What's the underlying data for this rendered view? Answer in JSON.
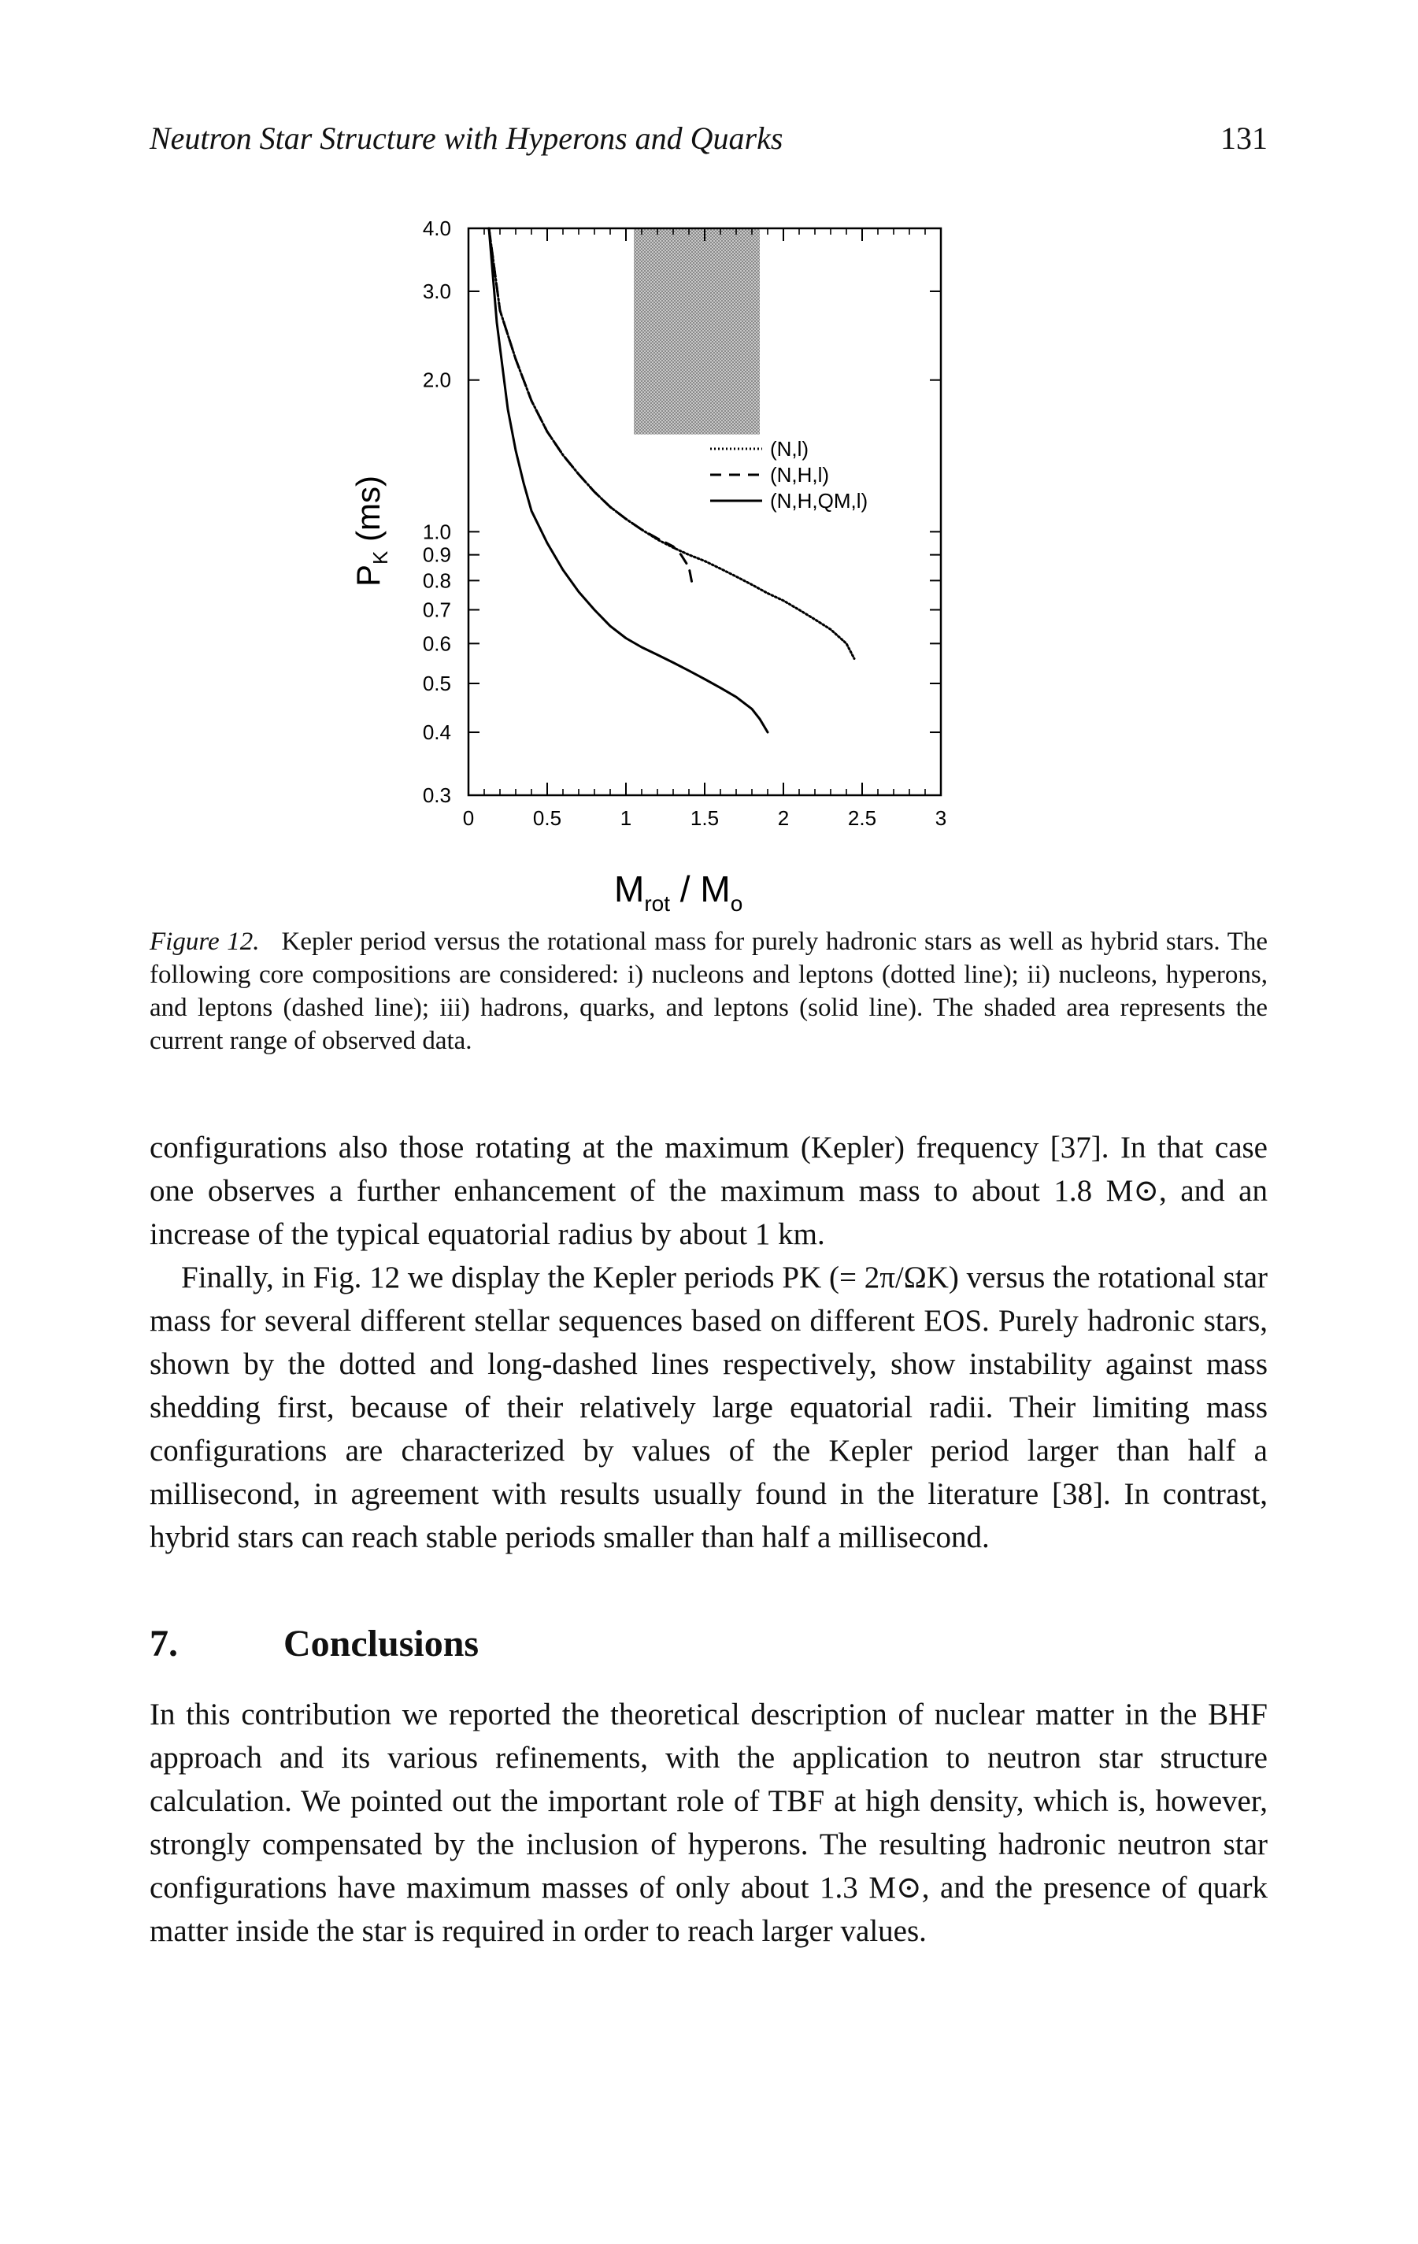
{
  "header": {
    "title": "Neutron Star Structure with Hyperons and Quarks",
    "page_number": "131"
  },
  "figure": {
    "label": "Figure 12.",
    "caption": "Kepler period versus the rotational mass for purely hadronic stars as well as hybrid stars. The following core compositions are considered: i) nucleons and leptons (dotted line); ii) nucleons, hyperons, and leptons (dashed line); iii) hadrons, quarks, and leptons (solid line). The shaded area represents the current range of observed data."
  },
  "chart_data": {
    "type": "line",
    "xlabel": "M",
    "xlabel_sub1": "rot",
    "xlabel_mid": " / M",
    "xlabel_sub2": "o",
    "ylabel": "P",
    "ylabel_sub": "K",
    "ylabel_unit": " (ms)",
    "xlim": [
      0,
      3
    ],
    "ylim": [
      0.3,
      4.0
    ],
    "y_scale": "log",
    "x_ticks": [
      "0",
      "0.5",
      "1",
      "1.5",
      "2",
      "2.5",
      "3"
    ],
    "y_ticks": [
      "4.0",
      "3.0",
      "2.0",
      "1.0",
      "0.9",
      "0.8",
      "0.7",
      "0.6",
      "0.5",
      "0.4",
      "0.3"
    ],
    "shaded_region": {
      "x": [
        1.05,
        1.85
      ],
      "y": [
        1.56,
        4.0
      ]
    },
    "legend_position": "right-middle",
    "series": [
      {
        "name": "(N,l)",
        "style": "dotted",
        "x": [
          0.13,
          0.2,
          0.3,
          0.4,
          0.5,
          0.6,
          0.7,
          0.8,
          0.9,
          1.0,
          1.1,
          1.2,
          1.3,
          1.4,
          1.5,
          1.6,
          1.7,
          1.8,
          1.9,
          2.0,
          2.1,
          2.2,
          2.3,
          2.4,
          2.45
        ],
        "y": [
          4.0,
          2.75,
          2.2,
          1.82,
          1.58,
          1.42,
          1.3,
          1.2,
          1.12,
          1.06,
          1.01,
          0.965,
          0.93,
          0.9,
          0.875,
          0.845,
          0.815,
          0.785,
          0.755,
          0.73,
          0.7,
          0.67,
          0.64,
          0.6,
          0.56
        ]
      },
      {
        "name": "(N,H,l)",
        "style": "dashed",
        "x": [
          0.13,
          0.2,
          0.3,
          0.4,
          0.5,
          0.6,
          0.7,
          0.8,
          0.9,
          1.0,
          1.1,
          1.2,
          1.3,
          1.35,
          1.4,
          1.42
        ],
        "y": [
          4.0,
          2.75,
          2.2,
          1.82,
          1.58,
          1.42,
          1.3,
          1.2,
          1.12,
          1.06,
          1.01,
          0.97,
          0.935,
          0.9,
          0.85,
          0.79
        ]
      },
      {
        "name": "(N,H,QM,l)",
        "style": "solid",
        "x": [
          0.13,
          0.18,
          0.25,
          0.3,
          0.35,
          0.4,
          0.5,
          0.6,
          0.7,
          0.8,
          0.9,
          1.0,
          1.1,
          1.2,
          1.3,
          1.4,
          1.5,
          1.6,
          1.7,
          1.8,
          1.85,
          1.9
        ],
        "y": [
          4.0,
          2.6,
          1.75,
          1.45,
          1.25,
          1.1,
          0.95,
          0.84,
          0.76,
          0.7,
          0.65,
          0.615,
          0.59,
          0.57,
          0.55,
          0.53,
          0.51,
          0.49,
          0.47,
          0.445,
          0.425,
          0.4
        ]
      }
    ]
  },
  "body": {
    "p1": "configurations also those rotating at the maximum (Kepler) frequency [37]. In that case one observes a further enhancement of the maximum mass to about 1.8 M⊙, and an increase of the typical equatorial radius by about 1 km.",
    "p2": "Finally, in Fig. 12 we display the Kepler periods PK (= 2π/ΩK) versus the rotational star mass for several different stellar sequences based on different EOS. Purely hadronic stars, shown by the dotted and long-dashed lines respectively, show instability against mass shedding first, because of their relatively large equatorial radii. Their limiting mass configurations are characterized by values of the Kepler period larger than half a millisecond, in agreement with results usually found in the literature [38]. In contrast, hybrid stars can reach stable periods smaller than half a millisecond.",
    "section_number": "7.",
    "section_title": "Conclusions",
    "p3": "In this contribution we reported the theoretical description of nuclear matter in the BHF approach and its various refinements, with the application to neutron star structure calculation. We pointed out the important role of TBF at high density, which is, however, strongly compensated by the inclusion of hyperons. The resulting hadronic neutron star configurations have maximum masses of only about 1.3 M⊙, and the presence of quark matter inside the star is required in order to reach larger values."
  }
}
